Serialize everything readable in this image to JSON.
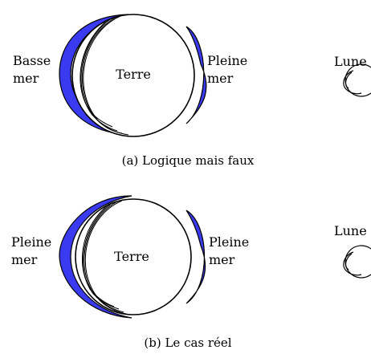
{
  "panel_a": {
    "left_label": [
      "Basse",
      "mer"
    ],
    "center_label": "Terre",
    "right_label": [
      "Pleine",
      "mer"
    ],
    "moon_label": "Lune",
    "caption": "(a)  Logique mais faux"
  },
  "panel_b": {
    "left_label": [
      "Pleine",
      "mer"
    ],
    "center_label": "Terre",
    "right_label": [
      "Pleine",
      "mer"
    ],
    "moon_label": "Lune",
    "caption": "(b)  Le cas réel"
  },
  "colors": {
    "tide": "#3a3af0",
    "outline": "#000000"
  }
}
